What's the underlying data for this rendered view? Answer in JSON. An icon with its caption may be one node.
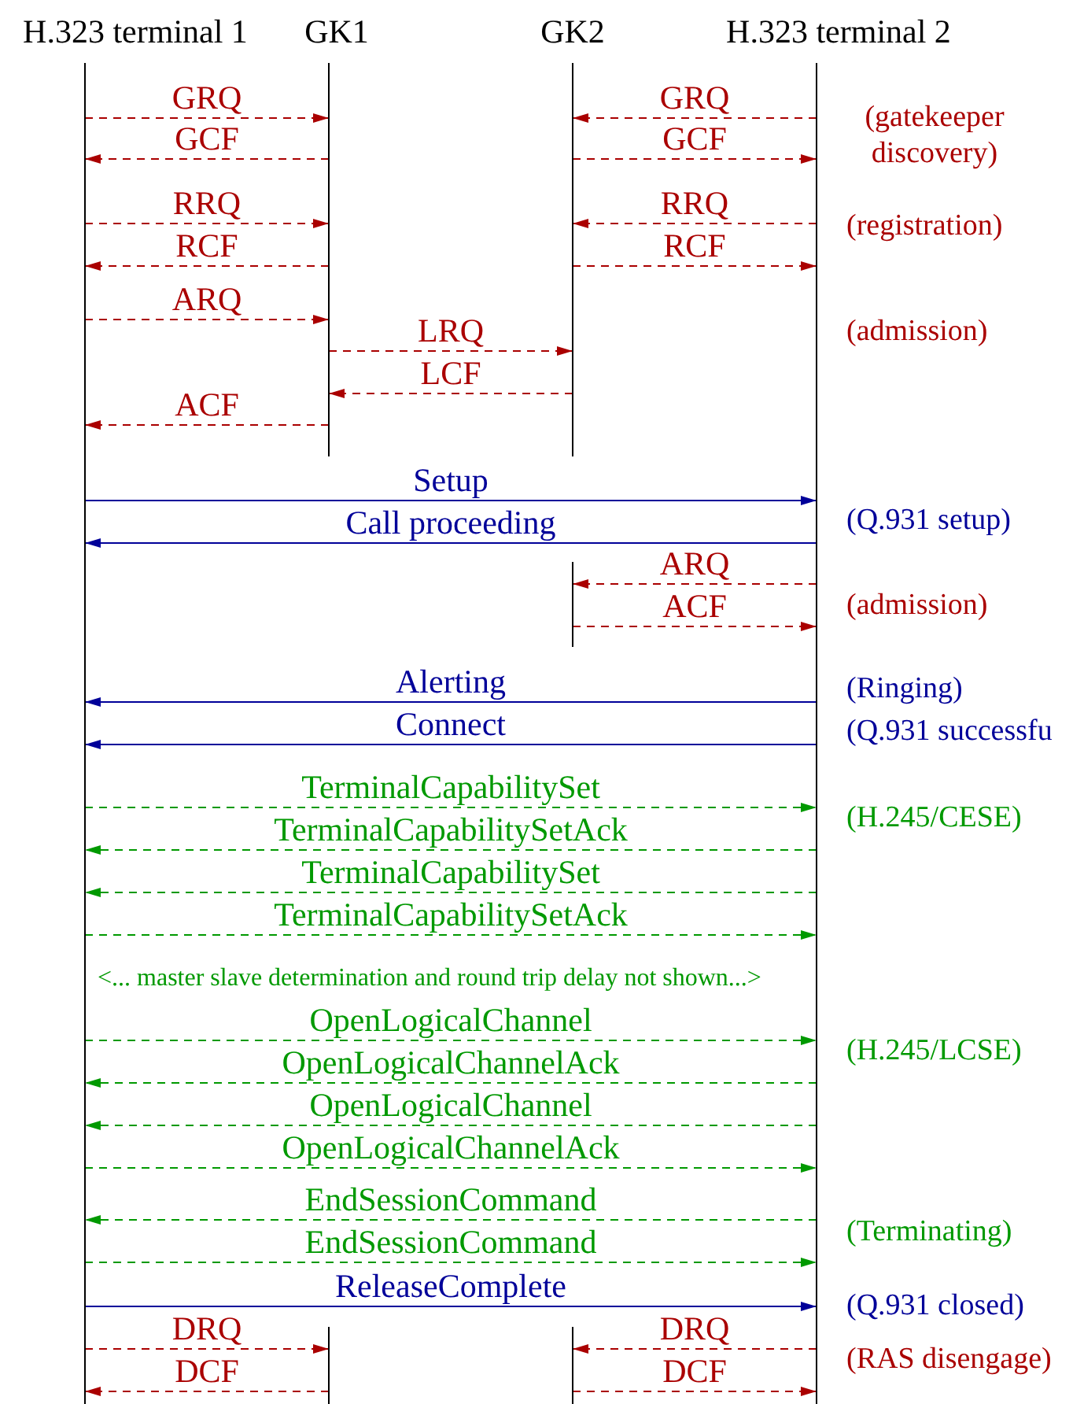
{
  "diagram": {
    "nodes": [
      {
        "text": [
          "H.323 terminal 1"
        ]
      },
      {
        "text": [
          "GK1"
        ]
      },
      {
        "text": [
          "GK2"
        ]
      },
      {
        "text": [
          "H.323 terminal 2"
        ]
      },
      {
        "text": [],
        "shape": "bar"
      },
      {
        "text": [],
        "shape": "bar"
      },
      {
        "text": [],
        "shape": "bar"
      }
    ],
    "edges": [
      {
        "from": 0,
        "to": 1,
        "arrow": "to",
        "label": "GRQ",
        "style": "dashed"
      },
      {
        "from": 3,
        "to": 2,
        "arrow": "to",
        "label": "GRQ",
        "style": "dashed"
      },
      {
        "from": 1,
        "to": 0,
        "arrow": "to",
        "label": "GCF",
        "style": "dashed"
      },
      {
        "from": 2,
        "to": 3,
        "arrow": "to",
        "label": "GCF",
        "style": "dashed"
      },
      {
        "from": 0,
        "to": 1,
        "arrow": "to",
        "label": "RRQ",
        "style": "dashed"
      },
      {
        "from": 3,
        "to": 2,
        "arrow": "to",
        "label": "RRQ",
        "style": "dashed"
      },
      {
        "from": 1,
        "to": 0,
        "arrow": "to",
        "label": "RCF",
        "style": "dashed"
      },
      {
        "from": 2,
        "to": 3,
        "arrow": "to",
        "label": "RCF",
        "style": "dashed"
      },
      {
        "from": 0,
        "to": 1,
        "arrow": "to",
        "label": "ARQ",
        "style": "dashed"
      },
      {
        "from": 1,
        "to": 2,
        "arrow": "to",
        "label": "LRQ",
        "style": "dashed"
      },
      {
        "from": 2,
        "to": 1,
        "arrow": "to",
        "label": "LCF",
        "style": "dashed"
      },
      {
        "from": 1,
        "to": 0,
        "arrow": "to",
        "label": "ACF",
        "style": "dashed"
      },
      {
        "from": 0,
        "to": 3,
        "arrow": "to",
        "label": "Setup",
        "color": "#000099"
      },
      {
        "from": 3,
        "to": 0,
        "arrow": "to",
        "label": "Call proceeding",
        "color": "#000099"
      },
      {
        "from": 3,
        "to": 4,
        "arrow": "to",
        "label": "ARQ",
        "style": "dashed"
      },
      {
        "from": 4,
        "to": 3,
        "arrow": "to",
        "label": "ACF",
        "style": "dashed"
      },
      {
        "from": 3,
        "to": 0,
        "arrow": "to",
        "label": "Alerting",
        "color": "#000099"
      },
      {
        "from": 3,
        "to": 0,
        "arrow": "to",
        "label": "Connect",
        "color": "#000099"
      },
      {
        "from": 0,
        "to": 3,
        "arrow": "to",
        "label": "TerminalCapabilitySet",
        "style": "dashed",
        "color": "#009900"
      },
      {
        "from": 3,
        "to": 0,
        "arrow": "to",
        "label": "TerminalCapabilitySetAck",
        "style": "dashed",
        "color": "#009900"
      },
      {
        "from": 3,
        "to": 0,
        "arrow": "to",
        "label": "TerminalCapabilitySet",
        "style": "dashed",
        "color": "#009900"
      },
      {
        "from": 0,
        "to": 3,
        "arrow": "to",
        "label": "TerminalCapabilitySetAck",
        "style": "dashed",
        "color": "#009900"
      },
      {
        "from": 0,
        "to": 3,
        "arrow": "to",
        "label": "OpenLogicalChannel",
        "style": "dashed",
        "color": "#009900"
      },
      {
        "from": 3,
        "to": 0,
        "arrow": "to",
        "label": "OpenLogicalChannelAck",
        "style": "dashed",
        "color": "#009900"
      },
      {
        "from": 3,
        "to": 0,
        "arrow": "to",
        "label": "OpenLogicalChannel",
        "style": "dashed",
        "color": "#009900"
      },
      {
        "from": 0,
        "to": 3,
        "arrow": "to",
        "label": "OpenLogicalChannelAck",
        "style": "dashed",
        "color": "#009900"
      },
      {
        "from": 3,
        "to": 0,
        "arrow": "to",
        "label": "EndSessionCommand",
        "style": "dashed",
        "color": "#009900"
      },
      {
        "from": 0,
        "to": 3,
        "arrow": "to",
        "label": "EndSessionCommand",
        "style": "dashed",
        "color": "#009900"
      },
      {
        "from": 0,
        "to": 3,
        "arrow": "to",
        "label": "ReleaseComplete",
        "color": "#000099"
      },
      {
        "from": 0,
        "to": 5,
        "arrow": "to",
        "label": "DRQ",
        "style": "dashed"
      },
      {
        "from": 3,
        "to": 6,
        "arrow": "to",
        "label": "DRQ",
        "style": "dashed"
      },
      {
        "from": 5,
        "to": 0,
        "arrow": "to",
        "label": "DCF",
        "style": "dashed"
      },
      {
        "from": 6,
        "to": 3,
        "arrow": "to",
        "label": "DCF",
        "style": "dashed"
      }
    ],
    "labels": [
      "(gatekeeper discovery)",
      "(registration)",
      "(admission)",
      "(Q.931 setup)",
      "(admission)",
      "(Ringing)",
      "(Q.931 successfu",
      "(H.245/CESE)",
      "<... master slave determination and round trip delay not shown...>",
      "(H.245/LCSE)",
      "(Terminating)",
      "(Q.931 closed)",
      "(RAS disengage)"
    ]
  }
}
